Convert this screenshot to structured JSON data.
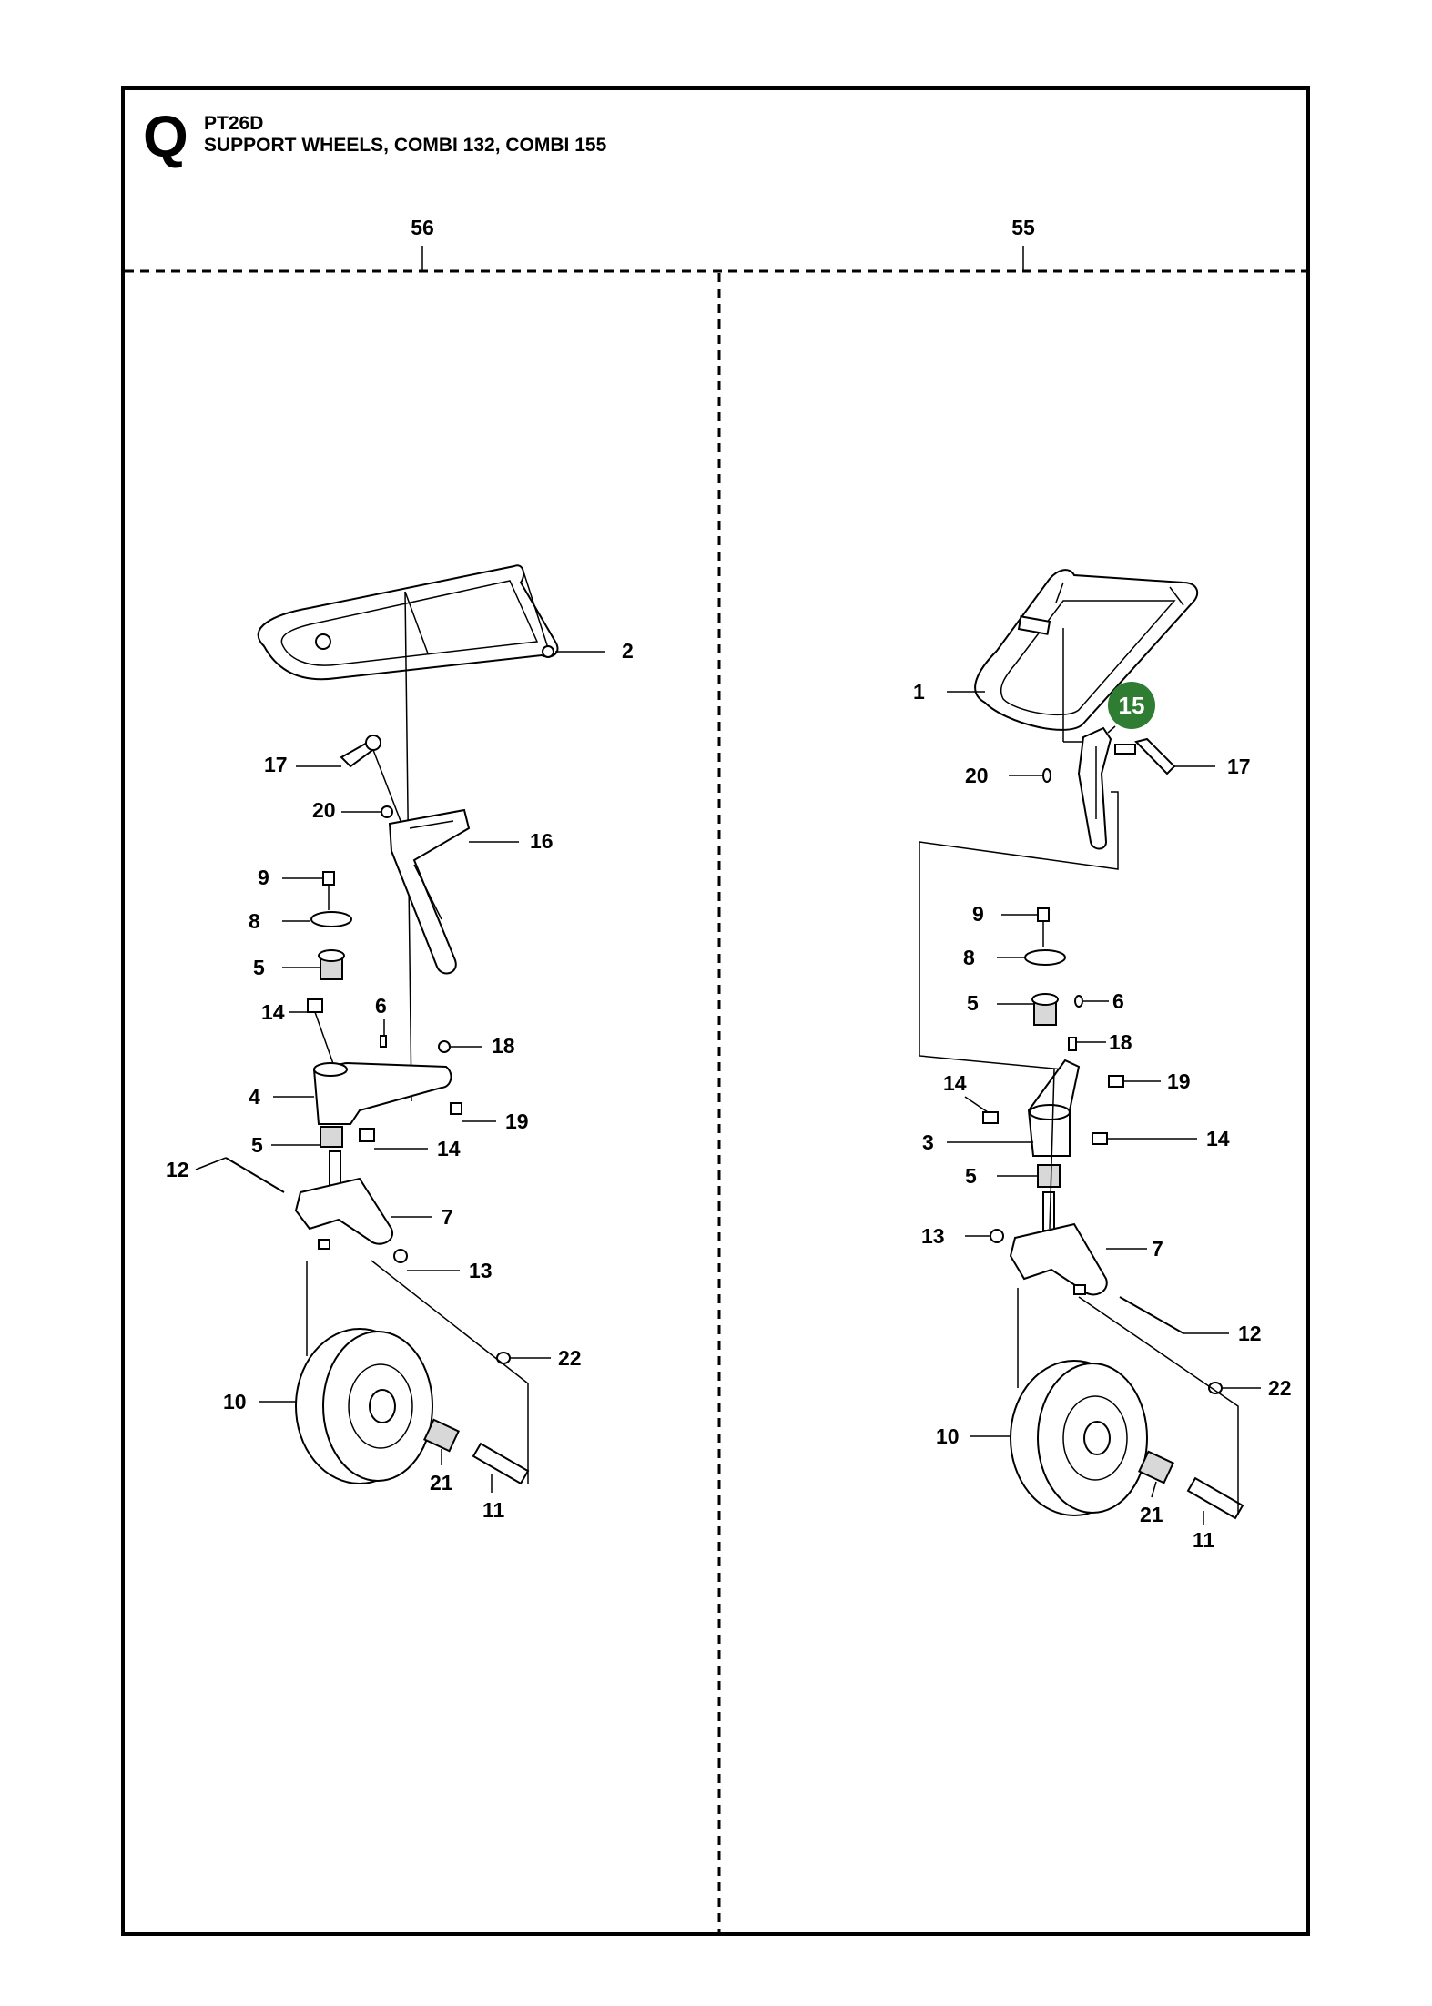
{
  "header": {
    "letter": "Q",
    "model": "PT26D",
    "subtitle": "SUPPORT WHEELS, COMBI 132, COMBI 155"
  },
  "sections": [
    {
      "id": "left",
      "label": "56"
    },
    {
      "id": "right",
      "label": "55"
    }
  ],
  "left_labels": [
    "2",
    "17",
    "20",
    "16",
    "9",
    "8",
    "5",
    "14",
    "6",
    "18",
    "4",
    "19",
    "5",
    "14",
    "12",
    "7",
    "13",
    "22",
    "10",
    "21",
    "11"
  ],
  "right_labels": [
    "1",
    "15",
    "17",
    "20",
    "9",
    "8",
    "5",
    "6",
    "18",
    "19",
    "14",
    "14",
    "3",
    "5",
    "13",
    "7",
    "12",
    "22",
    "10",
    "21",
    "11"
  ],
  "highlight": {
    "label": "15",
    "color": "#2e7d32"
  }
}
